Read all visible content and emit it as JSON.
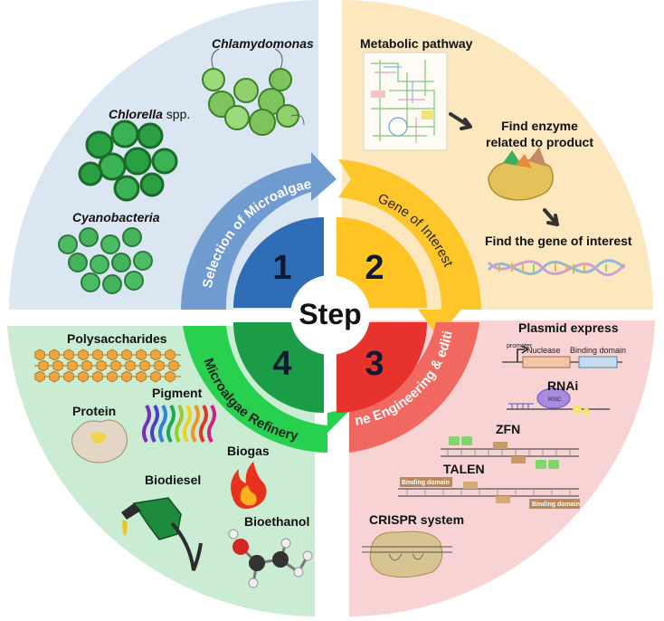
{
  "center": {
    "title": "Step"
  },
  "steps": [
    {
      "number": "1",
      "label": "Selection of Microalgae"
    },
    {
      "number": "2",
      "label": "Gene of Interest"
    },
    {
      "number": "3",
      "label": "Gene Engineering & editing"
    },
    {
      "number": "4",
      "label": "Microalgae Refinery"
    }
  ],
  "quadrant1": {
    "items": [
      {
        "name": "Chlamydomonas",
        "italic_part": "Chlamydomonas",
        "rest": ""
      },
      {
        "name": "Chlorella spp.",
        "italic_part": "Chlorella",
        "rest": " spp."
      },
      {
        "name": "Cyanobacteria",
        "italic_part": "Cyanobacteria",
        "rest": ""
      }
    ]
  },
  "quadrant2": {
    "metabolic_pathway": "Metabolic pathway",
    "find_enzyme_1": "Find enzyme",
    "find_enzyme_2": "related to product",
    "find_gene": "Find the gene of interest"
  },
  "quadrant3": {
    "plasmid": "Plasmid express",
    "promoter": "promoter",
    "nuclease": "Nuclease",
    "binding_domain": "Binding domain",
    "rnai": "RNAi",
    "risc": "RISC",
    "zfn": "ZFN",
    "talen": "TALEN",
    "talen_bd1": "Binding domain",
    "talen_bd2": "Binding domain",
    "crispr": "CRISPR system"
  },
  "quadrant4": {
    "polysaccharides": "Polysaccharides",
    "protein": "Protein",
    "pigment": "Pigment",
    "biogas": "Biogas",
    "biodiesel": "Biodiesel",
    "bioethanol": "Bioethanol"
  },
  "colors": {
    "q1_bg": "#dbe6f3",
    "q2_bg": "#fde7bf",
    "q3_bg": "#f7d3d3",
    "q4_bg": "#c9ecd2",
    "step1": "#2e6cb5",
    "step2": "#ffc423",
    "step3": "#e8322c",
    "step4": "#1a9d46",
    "ring1": "#6f9bd1",
    "ring2": "#ffc629",
    "ring3": "#f0685f",
    "ring4": "#27d04e"
  }
}
